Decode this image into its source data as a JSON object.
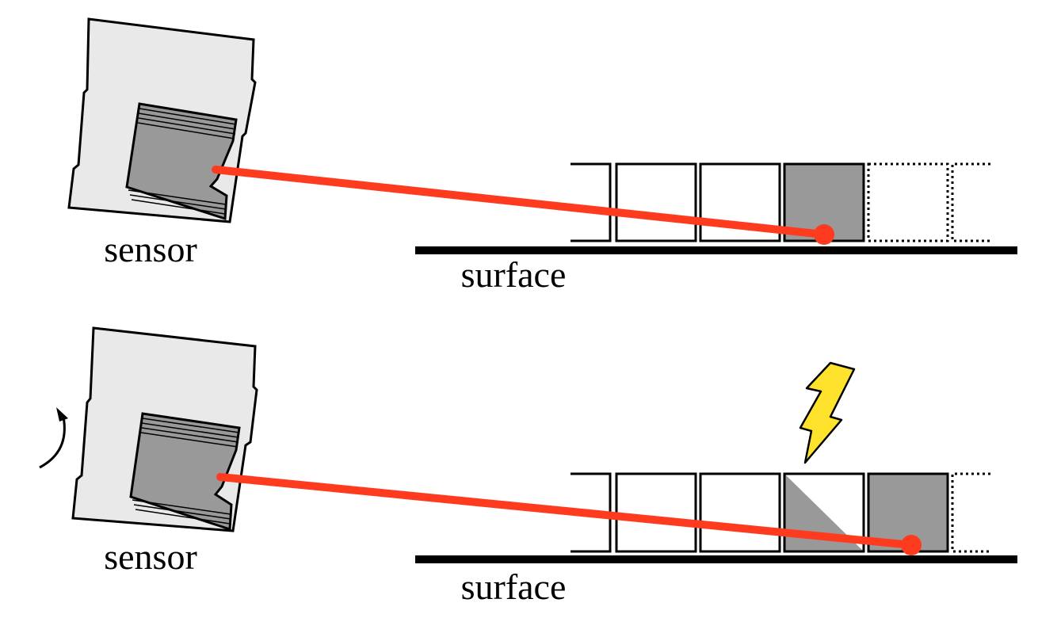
{
  "panels": [
    {
      "sensor_label": "sensor",
      "surface_label": "surface",
      "laser_color": "#ff3b1f",
      "sensor_body_color": "#e9e9e9",
      "sensor_face_color": "#999999",
      "cell_fill_color": "#999999",
      "cells": [
        {
          "style": "empty"
        },
        {
          "style": "empty"
        },
        {
          "style": "filled"
        },
        {
          "style": "dotted"
        },
        {
          "style": "dotted-half"
        }
      ],
      "has_rotation_arrow": false,
      "has_lightning": false
    },
    {
      "sensor_label": "sensor",
      "surface_label": "surface",
      "laser_color": "#ff3b1f",
      "sensor_body_color": "#e9e9e9",
      "sensor_face_color": "#999999",
      "cell_fill_color": "#999999",
      "lightning_color": "#ffe22b",
      "cells": [
        {
          "style": "empty"
        },
        {
          "style": "empty"
        },
        {
          "style": "half-shaded"
        },
        {
          "style": "filled"
        },
        {
          "style": "dotted-half"
        }
      ],
      "has_rotation_arrow": true,
      "has_lightning": true
    }
  ]
}
